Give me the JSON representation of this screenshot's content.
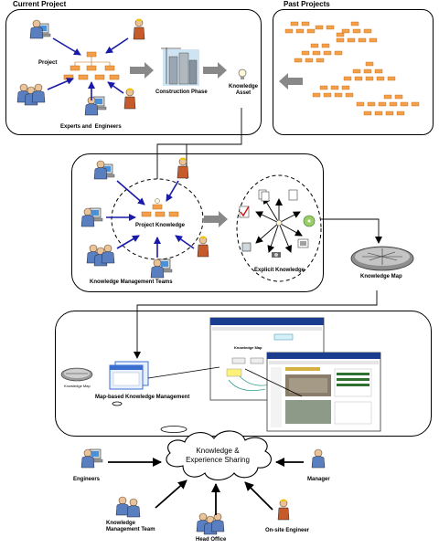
{
  "current_project": {
    "title": "Current Project",
    "project_label": "Project",
    "construction_label": "Construction Phase",
    "knowledge_asset_label": "Knowledge\nAsset",
    "experts_label": "Experts and  Engineers"
  },
  "past_projects": {
    "title": "Past Projects"
  },
  "km_teams": {
    "project_knowledge_label": "Project Knowledge",
    "explicit_knowledge_label": "Explicit Knowledge",
    "teams_label": "Knowledge Management Teams"
  },
  "knowledge_map": {
    "label": "Knowledge Map"
  },
  "map_based": {
    "small_map_label": "Knowledge Map",
    "label": "Map-based Knowledge Management",
    "screen1_title": "Knowledge Map"
  },
  "sharing": {
    "cloud_text": "Knowledge &\nExperience Sharing",
    "engineers_label": "Engineers",
    "manager_label": "Manager",
    "km_team_label": "Knowledge\nManagement Team",
    "head_office_label": "Head Office",
    "onsite_label": "On-site Engineer"
  },
  "colors": {
    "arrow_blue": "#1a1aa8",
    "arrow_gray": "#888888",
    "org_box": "#f4a04a",
    "accent": "#1b3d8f"
  }
}
